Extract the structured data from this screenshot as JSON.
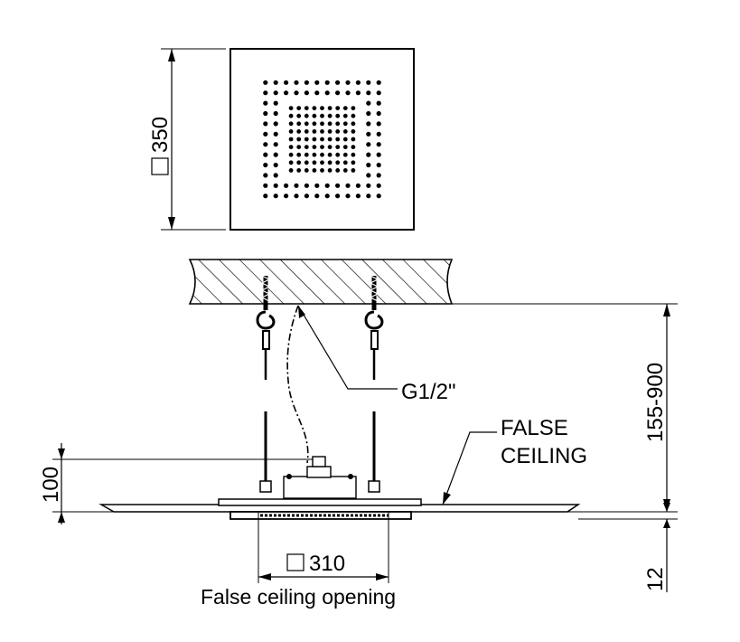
{
  "labels": {
    "top_size": "350",
    "pipe_thread": "G1/2\"",
    "false_ceiling_line1": "FALSE",
    "false_ceiling_line2": "CEILING",
    "height_range": "155-900",
    "depth": "100",
    "plate_thickness": "12",
    "opening_size": "310",
    "opening_caption": "False ceiling opening"
  },
  "colors": {
    "ink": "#000000",
    "background": "#ffffff"
  }
}
